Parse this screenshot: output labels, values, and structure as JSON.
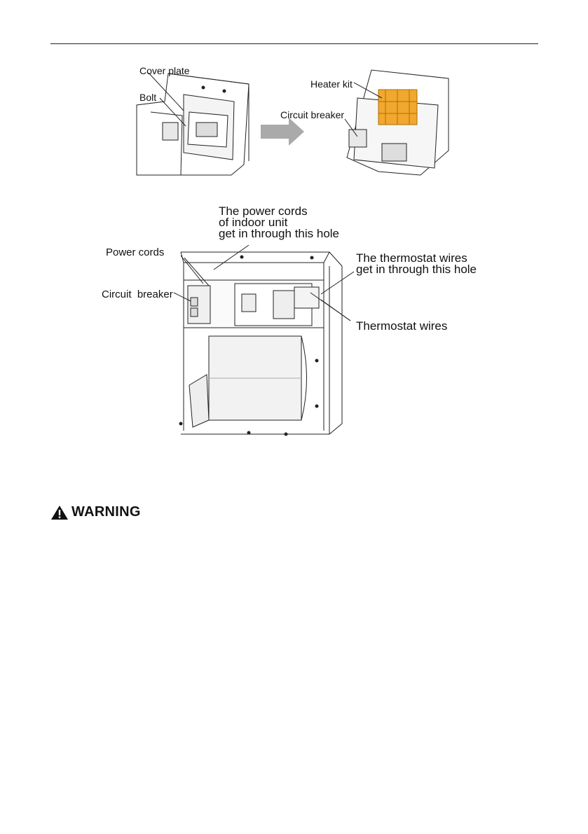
{
  "figure_top": {
    "left_labels": {
      "cover_plate": "Cover plate",
      "bolt": "Bolt"
    },
    "right_labels": {
      "heater_kit": "Heater kit",
      "circuit_breaker": "Circuit breaker"
    }
  },
  "figure_bottom": {
    "power_cords_hole": [
      "The power cords",
      "of indoor unit",
      "get in through this hole"
    ],
    "power_cords": "Power cords",
    "circuit_breaker": "Circuit  breaker",
    "thermostat_hole": [
      "The thermostat wires",
      "get in through this hole"
    ],
    "thermostat_wires": "Thermostat wires"
  },
  "warning": {
    "label": "WARNING",
    "icon": "warning-triangle-icon"
  }
}
